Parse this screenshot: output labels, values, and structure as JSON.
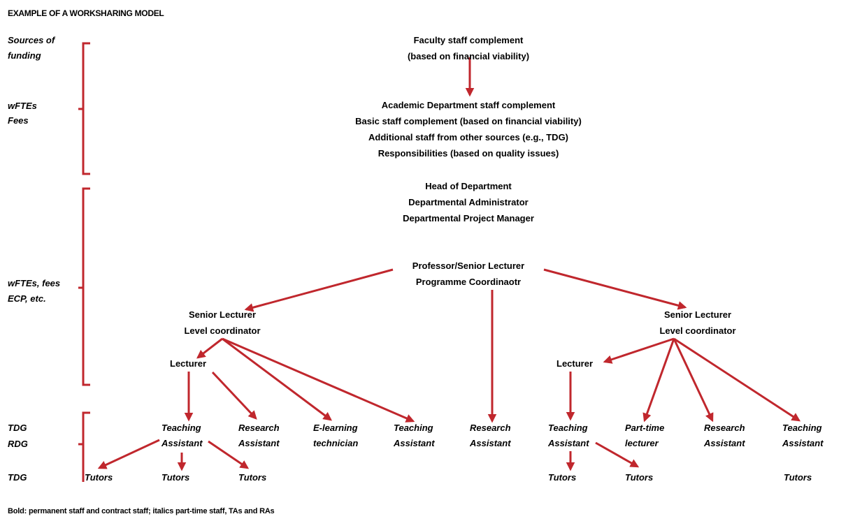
{
  "title": "EXAMPLE OF A WORKSHARING MODEL",
  "footer": "Bold: permanent staff and contract staff; italics part-time staff, TAs and RAs",
  "funding_labels": {
    "sources_line1": "Sources of",
    "sources_line2": "funding",
    "wftes": "wFTEs",
    "fees": "Fees",
    "wftes_fees": "wFTEs, fees",
    "ecp": "ECP, etc.",
    "tdg1": "TDG",
    "rdg": "RDG",
    "tdg2": "TDG"
  },
  "faculty": {
    "title": "Faculty staff complement",
    "subtitle": "(based on financial viability)"
  },
  "department": {
    "title": "Academic Department staff complement",
    "line1": "Basic staff complement (based on financial viability)",
    "line2": "Additional staff from other sources (e.g., TDG)",
    "line3": "Responsibilities (based on quality issues)"
  },
  "head": {
    "title": "Head of Department",
    "line1": "Departmental Administrator",
    "line2": "Departmental Project Manager"
  },
  "professor": {
    "title": "Professor/Senior Lecturer",
    "subtitle": "Programme Coordinaotr"
  },
  "senior_left": {
    "title": "Senior Lecturer",
    "subtitle": "Level coordinator"
  },
  "senior_right": {
    "title": "Senior Lecturer",
    "subtitle": "Level coordinator"
  },
  "lecturer_left": "Lecturer",
  "lecturer_right": "Lecturer",
  "roles": [
    {
      "line1": "Teaching",
      "line2": "Assistant"
    },
    {
      "line1": "Research",
      "line2": "Assistant"
    },
    {
      "line1": "E-learning",
      "line2": "technician"
    },
    {
      "line1": "Teaching",
      "line2": "Assistant"
    },
    {
      "line1": "Research",
      "line2": "Assistant"
    },
    {
      "line1": "Teaching",
      "line2": "Assistant"
    },
    {
      "line1": "Part-time",
      "line2": "lecturer"
    },
    {
      "line1": "Research",
      "line2": "Assistant"
    },
    {
      "line1": "Teaching",
      "line2": "Assistant"
    }
  ],
  "tutors": [
    "Tutors",
    "Tutors",
    "Tutors",
    "Tutors",
    "Tutors",
    "Tutors"
  ],
  "colors": {
    "arrow": "#c0272d",
    "text": "#000000"
  }
}
